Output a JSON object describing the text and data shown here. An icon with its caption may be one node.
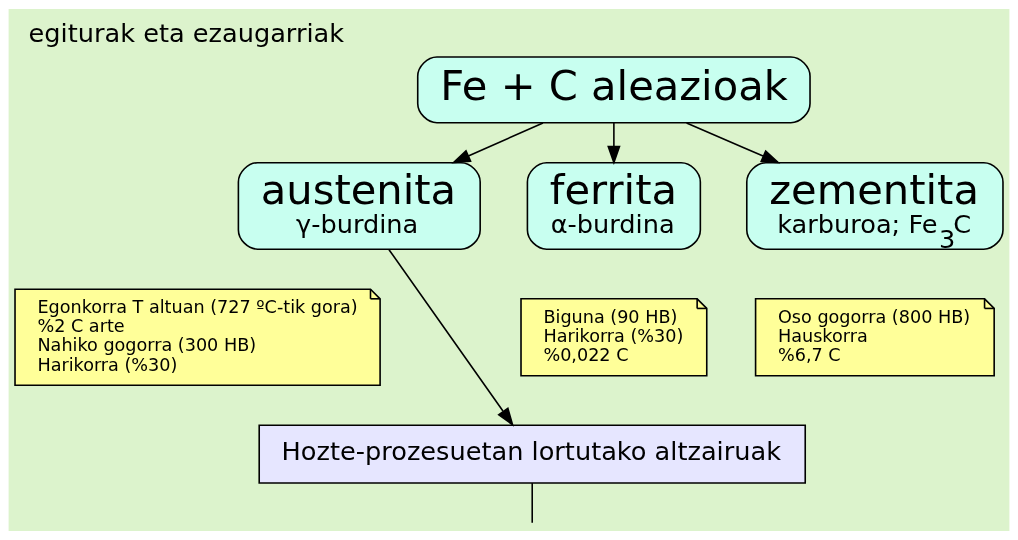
{
  "diagram": {
    "title": "egiturak eta ezaugarriak",
    "nodes": [
      {
        "text": [
          "Fe + C aleazioak"
        ]
      },
      {
        "text": [
          "austenita",
          "γ-burdina"
        ]
      },
      {
        "text": [
          "ferrita",
          "α-burdina"
        ]
      },
      {
        "text": [
          "zementita",
          "karburoa; Fe$_{3}$C"
        ]
      },
      {
        "text": [
          "Egonkorra T altuan (727 ºC-tik gora)",
          "%2 C arte",
          "Nahiko gogorra (300 HB)",
          "Harikorra (%30)"
        ]
      },
      {
        "text": [
          "Biguna (90 HB)",
          "Harikorra (%30)",
          "%0,022 C"
        ]
      },
      {
        "text": [
          "Oso gogorra (800 HB)",
          "Hauskorra",
          "%6,7 C"
        ]
      },
      {
        "text": [
          "Hozte-prozesuetan lortutako altzairuak"
        ]
      }
    ],
    "edges": [
      {
        "from": 0,
        "to": 1,
        "arrow": "to"
      },
      {
        "from": 0,
        "to": 2,
        "arrow": "to"
      },
      {
        "from": 0,
        "to": 3,
        "arrow": "to"
      },
      {
        "from": 1,
        "to": 7,
        "arrow": "to"
      },
      {
        "from": 7,
        "to": null,
        "arrow": "none"
      }
    ]
  }
}
